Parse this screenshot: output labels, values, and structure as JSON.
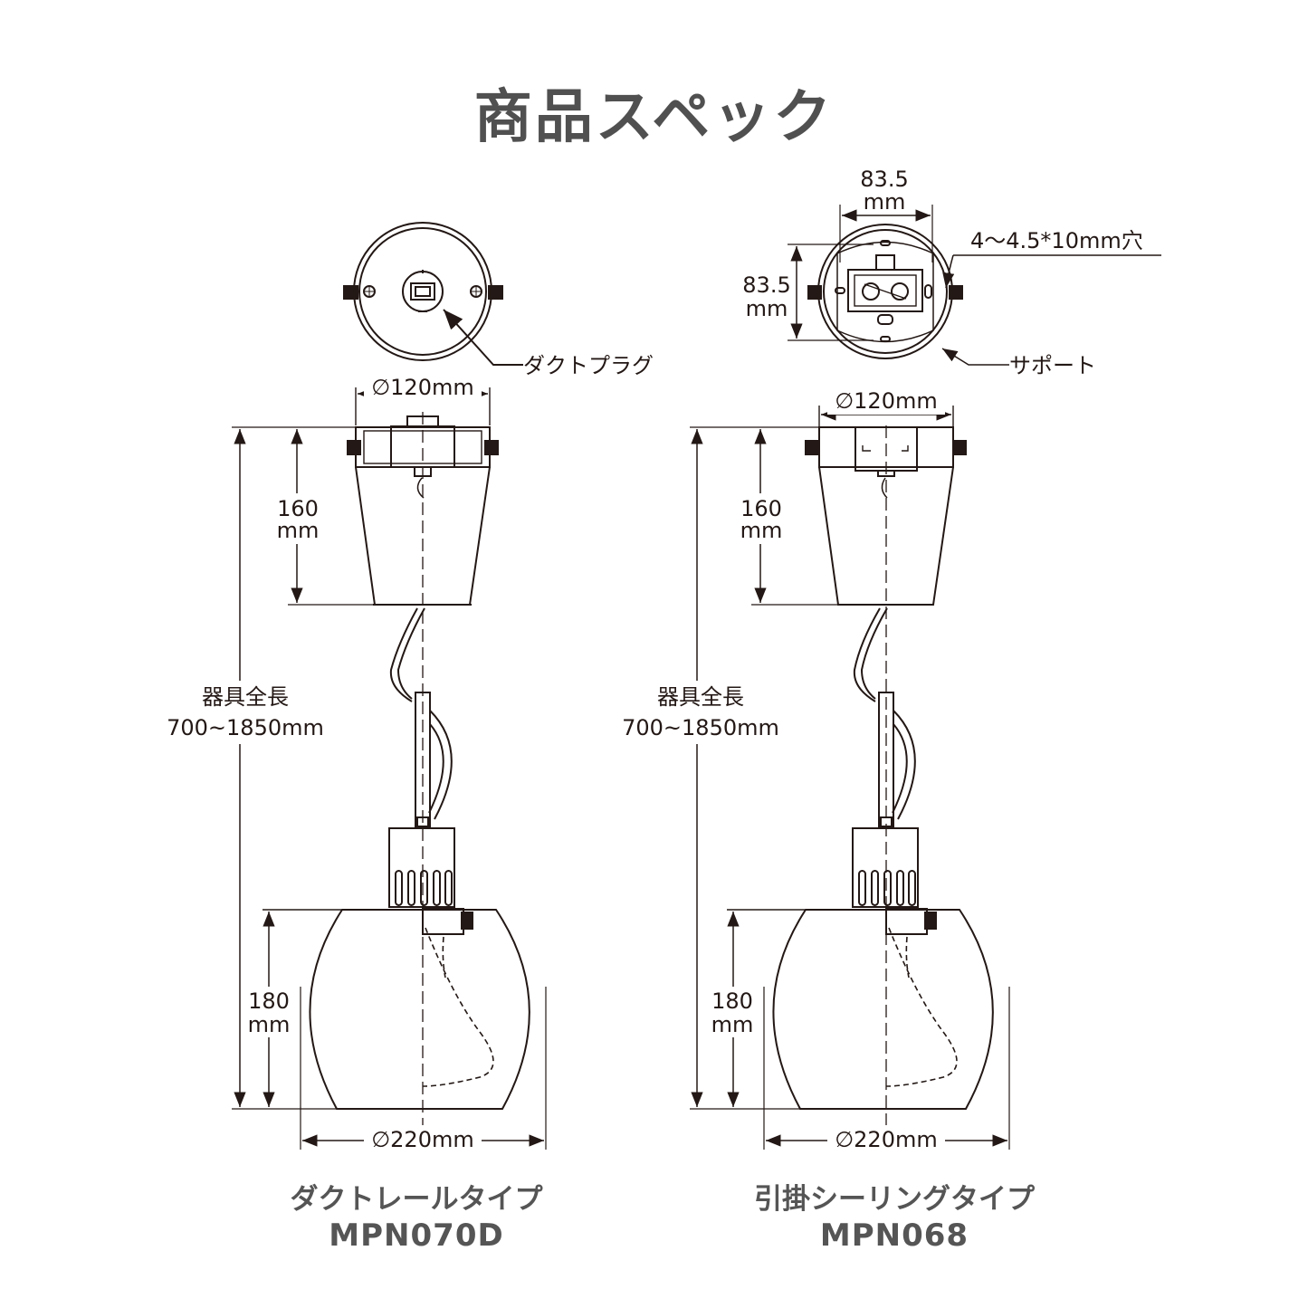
{
  "title": "商品スペック",
  "colors": {
    "line": "#231815",
    "title": "#505050",
    "caption": "#555555"
  },
  "left": {
    "top_view_label": "ダクトプラグ",
    "top_diameter": "∅120mm",
    "canopy_height": [
      "160",
      "mm"
    ],
    "total_length": [
      "器具全長",
      "700~1850mm"
    ],
    "shade_height": [
      "180",
      "mm"
    ],
    "shade_diameter": "∅220mm",
    "type_name": "ダクトレールタイプ",
    "model": "MPN070D"
  },
  "right": {
    "plate_width": [
      "83.5",
      "mm"
    ],
    "plate_height": [
      "83.5",
      "mm"
    ],
    "hole_label": "4～4.5*10mm穴",
    "support_label": "サポート",
    "top_diameter": "∅120mm",
    "canopy_height": [
      "160",
      "mm"
    ],
    "total_length": [
      "器具全長",
      "700~1850mm"
    ],
    "shade_height": [
      "180",
      "mm"
    ],
    "shade_diameter": "∅220mm",
    "type_name": "引掛シーリングタイプ",
    "model": "MPN068"
  }
}
